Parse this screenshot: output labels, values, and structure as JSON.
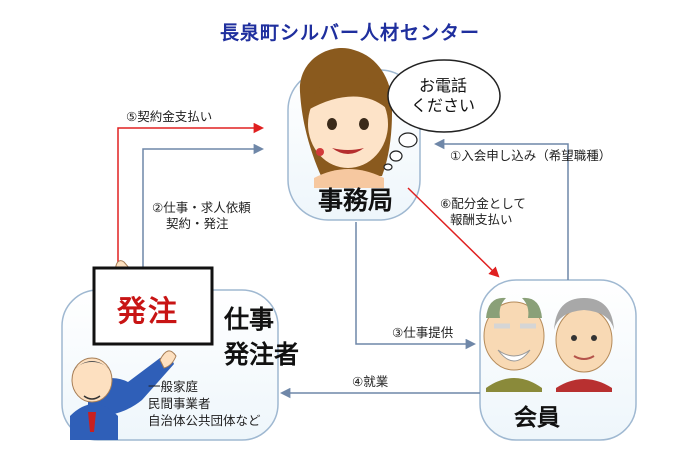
{
  "title": "長泉町シルバー人材センター",
  "nodes": {
    "office": "事務局",
    "member": "会員",
    "client_line1": "仕事",
    "client_line2": "発注者",
    "client_types": [
      "一般家庭",
      "民間事業者",
      "自治体公共団体など"
    ]
  },
  "speech_bubble": [
    "お電話",
    "ください"
  ],
  "order_sign": "発注",
  "flows": {
    "f1": "①入会申し込み（希望職種）",
    "f2_line1": "②仕事・求人依頼",
    "f2_line2": "契約・発注",
    "f3": "③仕事提供",
    "f4": "④就業",
    "f5": "⑤契約金支払い",
    "f6_line1": "⑥配分金として",
    "f6_line2": "報酬支払い"
  },
  "colors": {
    "title": "#1f2f9e",
    "arrow_blue": "#6f87a8",
    "arrow_red": "#e02020",
    "order_text": "#c81414"
  }
}
